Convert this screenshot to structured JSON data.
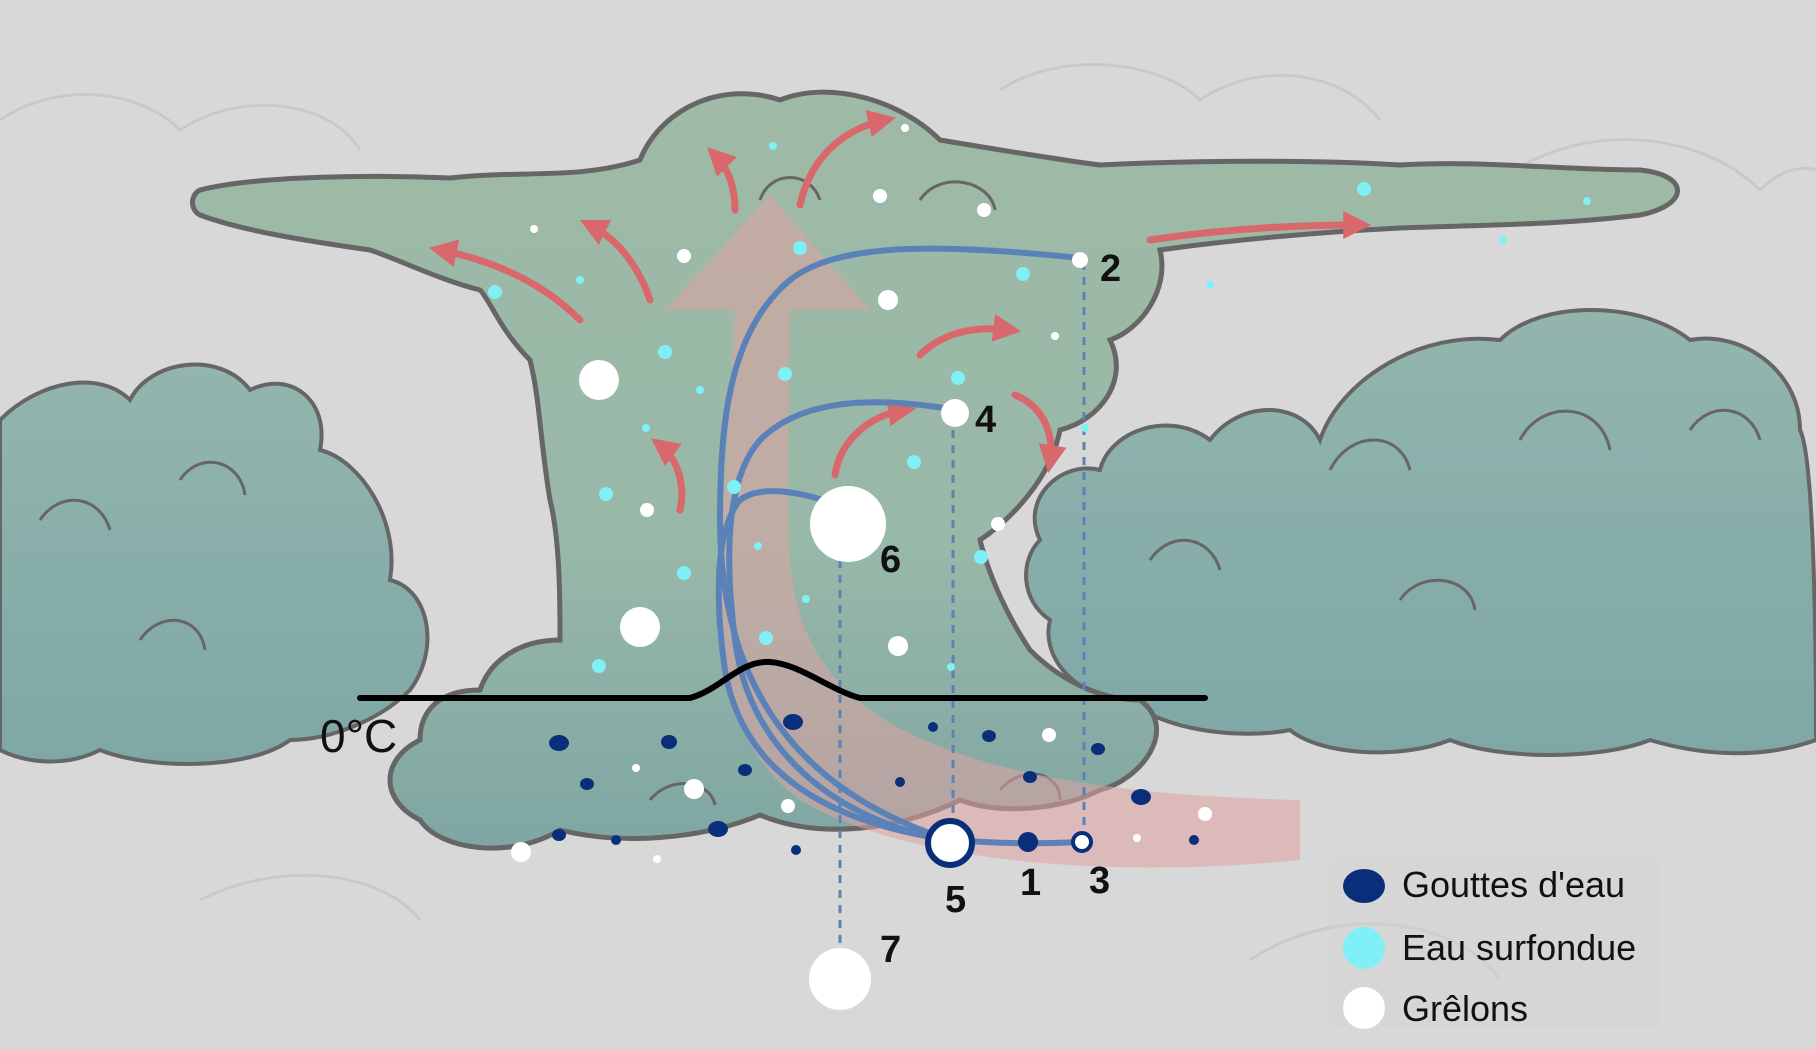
{
  "freezing_level": {
    "label": "0°C"
  },
  "path_labels": {
    "p1": "1",
    "p2": "2",
    "p3": "3",
    "p4": "4",
    "p5": "5",
    "p6": "6",
    "p7": "7"
  },
  "legend": {
    "items": [
      {
        "label": "Gouttes d'eau",
        "color": "#0a2f7a"
      },
      {
        "label": "Eau surfondue",
        "color": "#7ff0f5"
      },
      {
        "label": "Grêlons",
        "color": "#ffffff"
      }
    ]
  },
  "colors": {
    "background": "#d8d8d8",
    "cloud_body": "#9db8a4",
    "cloud_base": "#7fa6a3",
    "updraft": "#e0a2a2",
    "outflow_arrow": "#d9686d",
    "hail_path": "#5b82b8",
    "freezing_line": "#000000"
  }
}
